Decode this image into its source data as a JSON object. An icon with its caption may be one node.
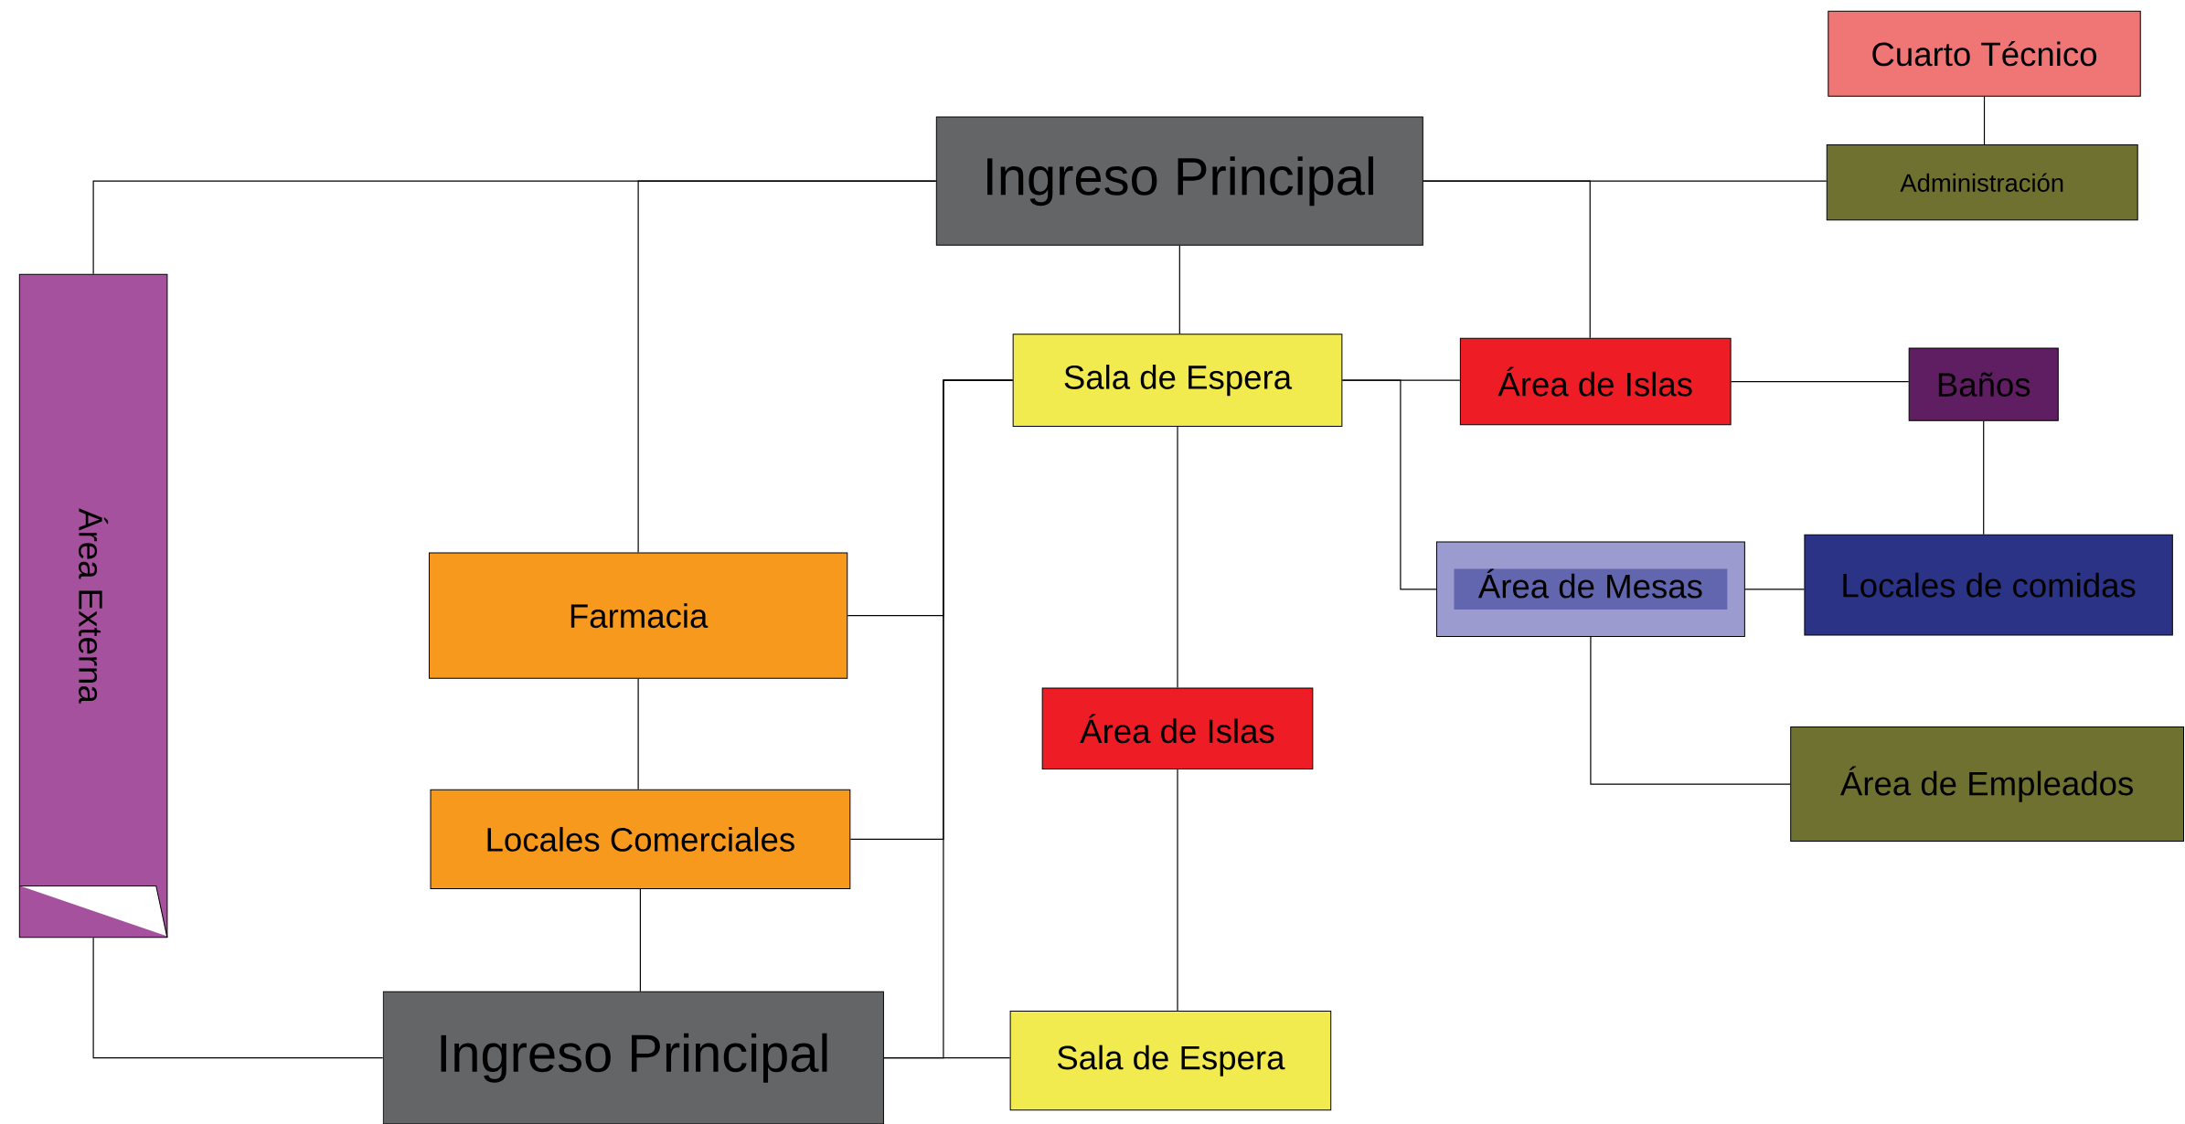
{
  "diagram": {
    "nodes": [
      {
        "text": [
          "Cuarto Técnico"
        ]
      },
      {
        "text": [
          "Ingreso Principal"
        ]
      },
      {
        "text": [
          "Administración"
        ]
      },
      {
        "text": [
          "Área Externa"
        ]
      },
      {
        "text": [
          "Sala de Espera"
        ]
      },
      {
        "text": [
          "Área de Islas"
        ]
      },
      {
        "text": [
          "Baños"
        ]
      },
      {
        "text": [
          "Farmacia"
        ]
      },
      {
        "text": [
          "Área de Mesas"
        ]
      },
      {
        "text": [
          "Locales de comidas"
        ]
      },
      {
        "text": [
          "Área de Islas"
        ]
      },
      {
        "text": [
          "Área de Empleados"
        ]
      },
      {
        "text": [
          "Locales Comerciales"
        ]
      },
      {
        "text": [
          "Ingreso Principal"
        ]
      },
      {
        "text": [
          "Sala de Espera"
        ]
      }
    ],
    "edges": [
      {
        "from": 0,
        "to": 2,
        "arrow": "none"
      },
      {
        "from": 1,
        "to": 2,
        "arrow": "none"
      },
      {
        "from": 1,
        "to": 5,
        "arrow": "none"
      },
      {
        "from": 1,
        "to": 3,
        "arrow": "none"
      },
      {
        "from": 1,
        "to": 7,
        "arrow": "none"
      },
      {
        "from": 1,
        "to": 4,
        "arrow": "none"
      },
      {
        "from": 4,
        "to": 5,
        "arrow": "none"
      },
      {
        "from": 4,
        "to": 8,
        "arrow": "none"
      },
      {
        "from": 5,
        "to": 6,
        "arrow": "none"
      },
      {
        "from": 6,
        "to": 9,
        "arrow": "none"
      },
      {
        "from": 8,
        "to": 9,
        "arrow": "none"
      },
      {
        "from": 8,
        "to": 11,
        "arrow": "none"
      },
      {
        "from": 4,
        "to": 10,
        "arrow": "none"
      },
      {
        "from": 10,
        "to": 14,
        "arrow": "none"
      },
      {
        "from": 7,
        "to": 12,
        "arrow": "none"
      },
      {
        "from": 12,
        "to": 13,
        "arrow": "none"
      },
      {
        "from": 3,
        "to": 13,
        "arrow": "none"
      },
      {
        "from": 13,
        "to": 14,
        "arrow": "none"
      },
      {
        "from": 4,
        "to": 7,
        "arrow": "none"
      },
      {
        "from": 4,
        "to": 12,
        "arrow": "none"
      },
      {
        "from": 4,
        "to": 13,
        "arrow": "none"
      }
    ]
  }
}
